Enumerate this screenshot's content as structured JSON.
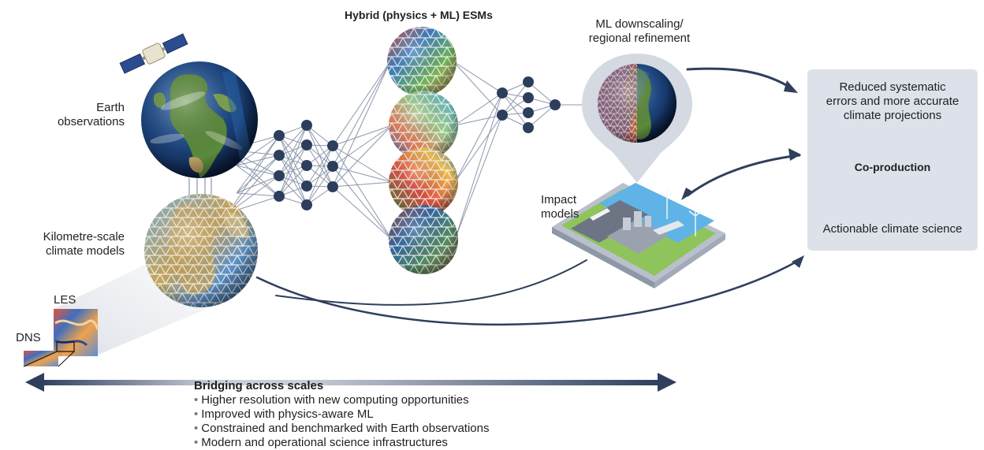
{
  "labels": {
    "hybrid_title": "Hybrid (physics + ML) ESMs",
    "ml_downscaling_line1": "ML downscaling/",
    "ml_downscaling_line2": "regional refinement",
    "earth_obs_line1": "Earth",
    "earth_obs_line2": "observations",
    "km_scale_line1": "Kilometre-scale",
    "km_scale_line2": "climate models",
    "les": "LES",
    "dns": "DNS",
    "impact_line1": "Impact",
    "impact_line2": "models"
  },
  "outcome_box": {
    "line1": "Reduced systematic",
    "line2": "errors and more accurate",
    "line3": "climate projections",
    "coproduction": "Co-production",
    "actionable": "Actionable climate science"
  },
  "bridging": {
    "title": "Bridging across scales",
    "items": [
      "Higher resolution with new computing opportunities",
      "Improved with physics-aware ML",
      "Constrained and benchmarked with Earth observations",
      "Modern and operational science infrastructures"
    ]
  },
  "colors": {
    "node": "#2c3e5c",
    "arrow": "#2f3f5c",
    "box_bg": "#dde1ea"
  }
}
